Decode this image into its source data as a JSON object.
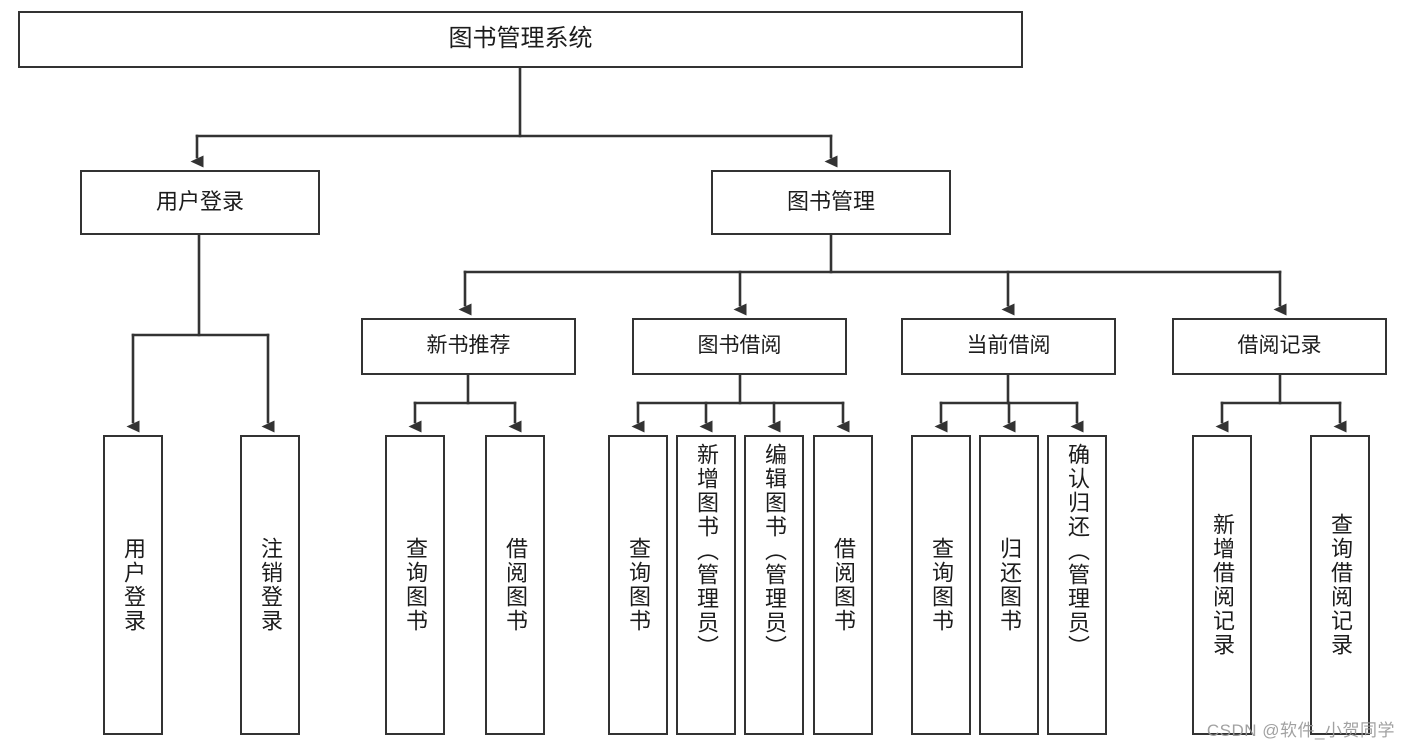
{
  "diagram": {
    "title": "图书管理系统",
    "type": "tree-hierarchy-chart",
    "root": {
      "label": "图书管理系统"
    },
    "level2": [
      {
        "id": "user-login",
        "label": "用户登录"
      },
      {
        "id": "book-manage",
        "label": "图书管理"
      }
    ],
    "level3": [
      {
        "id": "new-book-rec",
        "label": "新书推荐",
        "parent": "book-manage"
      },
      {
        "id": "book-borrow",
        "label": "图书借阅",
        "parent": "book-manage"
      },
      {
        "id": "current-borrow",
        "label": "当前借阅",
        "parent": "book-manage"
      },
      {
        "id": "borrow-record",
        "label": "借阅记录",
        "parent": "book-manage"
      }
    ],
    "leaves": {
      "user_login": [
        {
          "id": "leaf-user-login",
          "label": "用户登录"
        },
        {
          "id": "leaf-logout",
          "label": "注销登录"
        }
      ],
      "new_book_rec": [
        {
          "id": "leaf-query-book-1",
          "label": "查询图书"
        },
        {
          "id": "leaf-borrow-book-1",
          "label": "借阅图书"
        }
      ],
      "book_borrow": [
        {
          "id": "leaf-query-book-2",
          "label": "查询图书"
        },
        {
          "id": "leaf-add-book",
          "label": "新增图书（管理员）"
        },
        {
          "id": "leaf-edit-book",
          "label": "编辑图书（管理员）"
        },
        {
          "id": "leaf-borrow-book-2",
          "label": "借阅图书"
        }
      ],
      "current_borrow": [
        {
          "id": "leaf-query-book-3",
          "label": "查询图书"
        },
        {
          "id": "leaf-return-book",
          "label": "归还图书"
        },
        {
          "id": "leaf-confirm-return",
          "label": "确认归还（管理员）"
        }
      ],
      "borrow_record": [
        {
          "id": "leaf-add-record",
          "label": "新增借阅记录"
        },
        {
          "id": "leaf-query-record",
          "label": "查询借阅记录"
        }
      ]
    },
    "watermark": "CSDN @软件_小贺同学",
    "colors": {
      "stroke": "#333333",
      "fill": "#ffffff",
      "text": "#1c1c1c",
      "watermark": "#9a9a9a"
    }
  }
}
